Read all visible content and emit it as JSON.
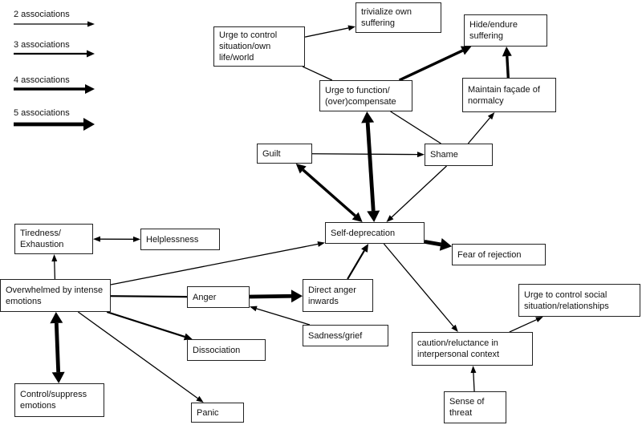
{
  "legend": [
    {
      "label": "2 associations",
      "weight": 2
    },
    {
      "label": "3 associations",
      "weight": 3
    },
    {
      "label": "4 associations",
      "weight": 4
    },
    {
      "label": "5 associations",
      "weight": 5
    }
  ],
  "nodes": {
    "urge_control_situation": "Urge to control situation/own life/world",
    "trivialize": "trivialize own suffering",
    "hide_endure": "Hide/endure suffering",
    "urge_function": "Urge to function/ (over)compensate",
    "maintain_facade": "Maintain façade of normalcy",
    "guilt": "Guilt",
    "shame": "Shame",
    "tiredness": "Tiredness/ Exhaustion",
    "helplessness": "Helplessness",
    "self_deprecation": "Self-deprecation",
    "fear_rejection": "Fear of rejection",
    "overwhelmed": "Overwhelmed by intense emotions",
    "anger": "Anger",
    "direct_anger": "Direct anger inwards",
    "urge_control_social": "Urge to control social situation/relationships",
    "sadness": "Sadness/grief",
    "dissociation": "Dissociation",
    "caution": "caution/reluctance in interpersonal context",
    "control_suppress": "Control/suppress emotions",
    "panic": "Panic",
    "sense_threat": "Sense of threat"
  },
  "edges": [
    {
      "from": "urge_control_situation",
      "to": "trivialize",
      "weight": 2,
      "dir": "end"
    },
    {
      "from": "urge_control_situation",
      "to": "urge_function",
      "weight": 2,
      "dir": "none"
    },
    {
      "from": "urge_function",
      "to": "hide_endure",
      "weight": 4,
      "dir": "end"
    },
    {
      "from": "maintain_facade",
      "to": "hide_endure",
      "weight": 4,
      "dir": "end"
    },
    {
      "from": "urge_function",
      "to": "shame",
      "weight": 2,
      "dir": "none"
    },
    {
      "from": "shame",
      "to": "maintain_facade",
      "weight": 2,
      "dir": "end"
    },
    {
      "from": "guilt",
      "to": "shame",
      "weight": 2,
      "dir": "end"
    },
    {
      "from": "self_deprecation",
      "to": "guilt",
      "weight": 4,
      "dir": "both"
    },
    {
      "from": "self_deprecation",
      "to": "urge_function",
      "weight": 5,
      "dir": "both"
    },
    {
      "from": "shame",
      "to": "self_deprecation",
      "weight": 2,
      "dir": "end"
    },
    {
      "from": "self_deprecation",
      "to": "fear_rejection",
      "weight": 5,
      "dir": "end"
    },
    {
      "from": "direct_anger",
      "to": "self_deprecation",
      "weight": 3,
      "dir": "end"
    },
    {
      "from": "self_deprecation",
      "to": "caution",
      "weight": 2,
      "dir": "end"
    },
    {
      "from": "overwhelmed",
      "to": "self_deprecation",
      "weight": 2,
      "dir": "end"
    },
    {
      "from": "overwhelmed",
      "to": "tiredness",
      "weight": 2,
      "dir": "end"
    },
    {
      "from": "tiredness",
      "to": "helplessness",
      "weight": 2,
      "dir": "both"
    },
    {
      "from": "overwhelmed",
      "to": "anger",
      "weight": 3,
      "dir": "none"
    },
    {
      "from": "anger",
      "to": "direct_anger",
      "weight": 5,
      "dir": "end"
    },
    {
      "from": "sadness",
      "to": "anger",
      "weight": 2,
      "dir": "end"
    },
    {
      "from": "overwhelmed",
      "to": "dissociation",
      "weight": 3,
      "dir": "end"
    },
    {
      "from": "overwhelmed",
      "to": "control_suppress",
      "weight": 5,
      "dir": "both"
    },
    {
      "from": "overwhelmed",
      "to": "panic",
      "weight": 2,
      "dir": "end"
    },
    {
      "from": "caution",
      "to": "urge_control_social",
      "weight": 2,
      "dir": "end"
    },
    {
      "from": "sense_threat",
      "to": "caution",
      "weight": 2,
      "dir": "end"
    }
  ]
}
